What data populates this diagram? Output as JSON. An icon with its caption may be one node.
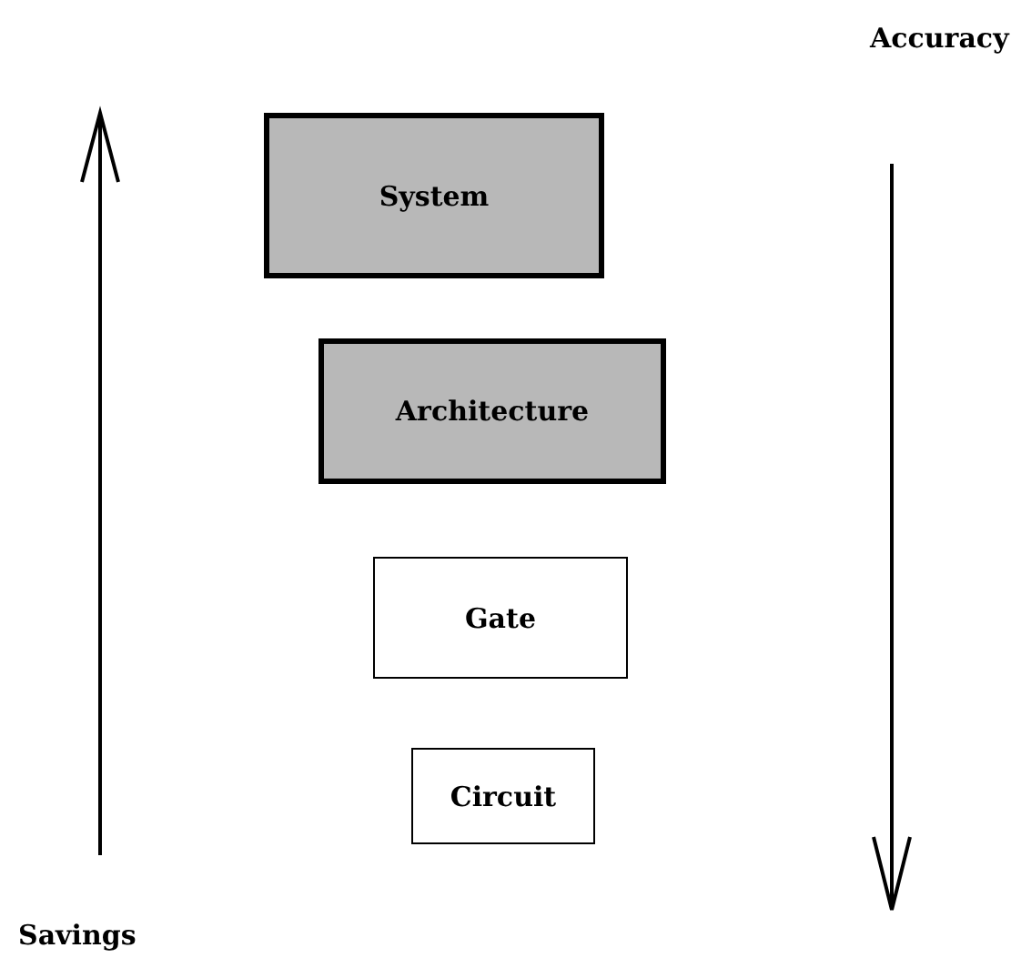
{
  "diagram": {
    "nodes": [
      {
        "text": [
          "System"
        ]
      },
      {
        "text": [
          "Architecture"
        ]
      },
      {
        "text": [
          "Gate"
        ]
      },
      {
        "text": [
          "Circuit"
        ]
      }
    ],
    "labels": [
      "Accuracy",
      "Savings"
    ]
  }
}
